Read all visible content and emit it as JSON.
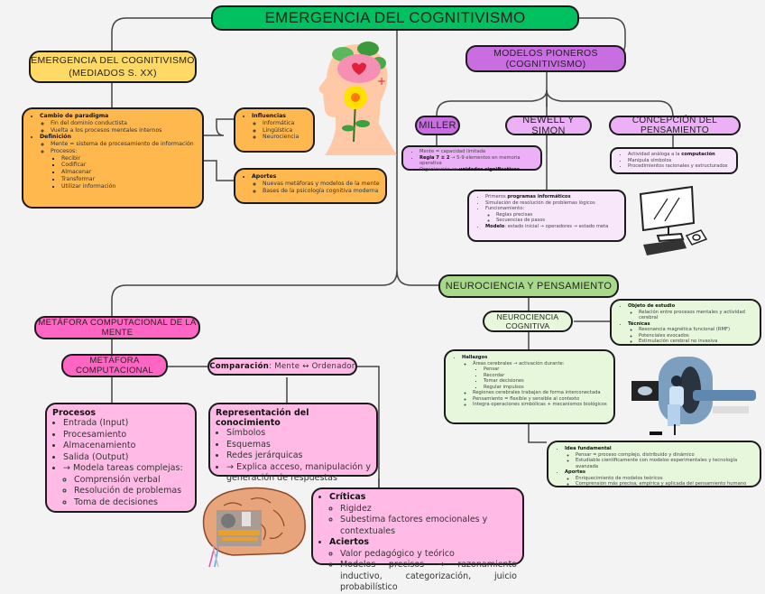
{
  "root": {
    "title": "EMERGENCIA DEL COGNITIVISMO",
    "color": "#00c060"
  },
  "emergence": {
    "title_line1": "EMERGENCIA DEL COGNITIVISMO",
    "title_line2": "(MEDIADOS S. XX)",
    "color": "#ffd966",
    "box_color": "#ffb84d",
    "main": {
      "paradigm_label": "Cambio de paradigma",
      "paradigm_items": [
        "Fin del dominio conductista",
        "Vuelta a los procesos mentales internos"
      ],
      "definition_label": "Definición",
      "definition_items": [
        "Mente = sistema de procesamiento de información",
        "Procesos:"
      ],
      "process_items": [
        "Recibir",
        "Codificar",
        "Almacenar",
        "Transformar",
        "Utilizar información"
      ]
    },
    "influences": {
      "label": "Influencias",
      "items": [
        "Informática",
        "Lingüística",
        "Neurociencia"
      ]
    },
    "contributions": {
      "label": "Aportes",
      "items": [
        "Nuevas metáforas y modelos de la mente",
        "Bases de la psicología cognitiva moderna"
      ]
    }
  },
  "pioneers": {
    "title": "MODELOS PIONEROS (COGNITIVISMO)",
    "color": "#c86ee0",
    "light_color": "#ebb0f5",
    "box_color": "#f8e6fb",
    "miller": {
      "title": "MILLER",
      "items": [
        {
          "bold": "",
          "text": "Mente = capacidad limitada"
        },
        {
          "bold": "Regla 7 ± 2",
          "text": " → 5-9 elementos en memoria operativa"
        },
        {
          "bold": "",
          "text": "Organización en ",
          "bold_end": "unidades significativas"
        }
      ]
    },
    "newell": {
      "title": "NEWELL Y SIMON",
      "item1_pre": "Primeros ",
      "item1_bold": "programas informáticos",
      "item2": "Simulación de resolución de problemas lógicos",
      "item3": "Funcionamiento:",
      "sub_items": [
        "Reglas precisas",
        "Secuencias de pasos"
      ],
      "model_bold": "Modelo",
      "model_text": ": estado inicial → operadores → estado meta"
    },
    "conception": {
      "title": "CONCEPCIÓN DEL PENSAMIENTO",
      "item1_pre": "Actividad análoga a la ",
      "item1_bold": "computación",
      "items": [
        "Manipula símbolos",
        "Procedimientos racionales y estructurados"
      ]
    }
  },
  "neuro": {
    "title": "NEUROCIENCIA Y PENSAMIENTO",
    "color": "#a8d98a",
    "box_color": "#e6f7dc",
    "sub_title": "NEUROCIENCIA COGNITIVA",
    "object": {
      "label": "Objeto de estudio",
      "items": [
        "Relación entre procesos mentales y actividad cerebral"
      ],
      "tech_label": "Técnicas",
      "tech_items": [
        "Resonancia magnética funcional (RMF)",
        "Potenciales evocados",
        "Estimulación cerebral no invasiva"
      ]
    },
    "findings": {
      "label": "Hallazgos",
      "areas": "Áreas cerebrales → activación durante:",
      "activities": [
        "Pensar",
        "Recordar",
        "Tomar decisiones",
        "Regular impulsos"
      ],
      "items": [
        "Regiones cerebrales trabajan de forma interconectada",
        "Pensamiento = flexible y sensible al contexto",
        "Integra operaciones simbólicas + mecanismos biológicos"
      ]
    },
    "idea": {
      "label": "Idea fundamental",
      "items": [
        "Pensar = proceso complejo, distribuido y dinámico",
        "Estudiable científicamente con modelos experimentales y tecnología avanzada"
      ],
      "contrib_label": "Aportes",
      "contrib_items": [
        "Enriquecimiento de modelos teóricos",
        "Comprensión más precisa, empírica y aplicada del pensamiento humano"
      ]
    }
  },
  "metaphor": {
    "title": "METÁFORA COMPUTACIONAL DE LA MENTE",
    "color": "#ff66c4",
    "light_color": "#ffb3e0",
    "box_color": "#ffbbe6",
    "sub_title": "METÁFORA COMPUTACIONAL",
    "comparison_bold": "Comparación",
    "comparison_text": ": Mente ↔ Ordenador",
    "processes": {
      "label": "Procesos",
      "items": [
        "Entrada (Input)",
        "Procesamiento",
        "Almacenamiento",
        "Salida (Output)",
        "→ Modela tareas complejas:"
      ],
      "sub_items": [
        "Comprensión verbal",
        "Resolución de problemas",
        "Toma de decisiones"
      ]
    },
    "representation": {
      "label": "Representación del conocimiento",
      "items": [
        "Símbolos",
        "Esquemas",
        "Redes jerárquicas",
        "→ Explica acceso, manipulación y generación de respuestas"
      ]
    },
    "critiques": {
      "label": "Críticas",
      "items": [
        "Rigidez",
        "Subestima factores emocionales y contextuales"
      ],
      "success_label": "Aciertos",
      "success_items": [
        "Valor pedagógico y teórico",
        "Modelos precisos → razonamiento inductivo, categorización, juicio probabilístico"
      ]
    }
  },
  "illustrations": {
    "head": "head-with-brain-and-flower",
    "computer": "desktop-computer",
    "mri": "mri-scanner",
    "brain": "mechanical-brain"
  }
}
